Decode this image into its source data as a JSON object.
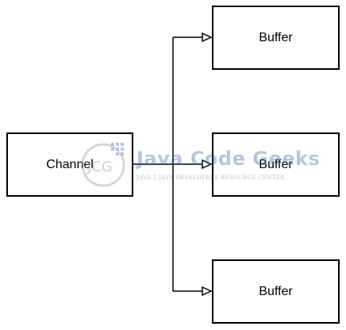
{
  "diagram": {
    "source": {
      "label": "Channel"
    },
    "targets": [
      {
        "label": "Buffer"
      },
      {
        "label": "Buffer"
      },
      {
        "label": "Buffer"
      }
    ]
  },
  "watermark": {
    "logo_text": "JCG",
    "name": "Java Code Geeks",
    "tagline": "JAVA 2 JAVA DEVELOPERS RESOURCE CENTER"
  },
  "colors": {
    "stroke": "#000000",
    "watermark_blue": "#3b6fb5",
    "watermark_gray": "#999999"
  }
}
